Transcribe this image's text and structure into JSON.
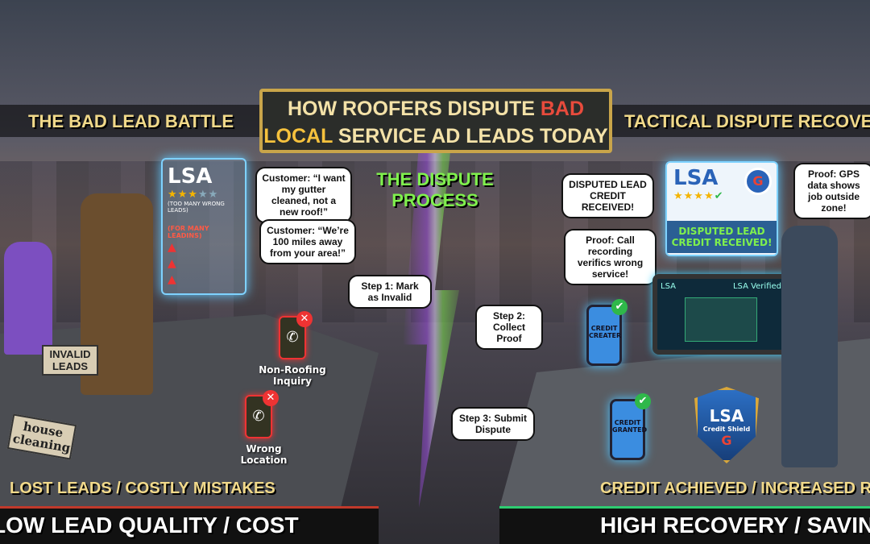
{
  "title": {
    "line1_a": "HOW ROOFERS DISPUTE",
    "line1_b": "BAD",
    "line2_a": "LOCAL",
    "line2_b": "SERVICE AD LEADS TODAY"
  },
  "left": {
    "header": "THE BAD LEAD BATTLE",
    "card": {
      "brand": "LSA",
      "rating": 3,
      "rating_max": 5,
      "subtitle": "(TOO MANY WRONG LEADS)",
      "warning": "(FOR MANY LEADINS)"
    },
    "bubbles": [
      "Customer: “I want my gutter cleaned, not a new roof!”",
      "Customer: “We’re 100 miles away from your area!”"
    ],
    "phone_labels": [
      "Non-Roofing Inquiry",
      "Wrong Location"
    ],
    "signs": [
      "INVALID LEADS",
      "house cleaning"
    ],
    "caption": "LOST LEADS / COSTLY MISTAKES",
    "footer": "LOW LEAD QUALITY / COST"
  },
  "center": {
    "header": "THE DISPUTE PROCESS",
    "steps": [
      "Step 1: Mark as Invalid",
      "Step 2: Collect Proof",
      "Step 3: Submit Dispute"
    ]
  },
  "right": {
    "header": "TACTICAL DISPUTE RECOVERY",
    "card": {
      "brand": "LSA",
      "rating": 4,
      "rating_max": 5,
      "banner": "DISPUTED LEAD CREDIT RECEIVED!"
    },
    "bubbles": [
      "DISPUTED LEAD CREDIT RECEIVED!",
      "Proof: Call recording verifics wrong service!",
      "Proof: GPS data shows job outside zone!"
    ],
    "phones": [
      "CREDIT CREATER",
      "CREDIT GRANTED"
    ],
    "tablet": {
      "brand": "LSA",
      "label": "LSA Verified"
    },
    "shield": {
      "brand": "LSA",
      "label": "Credit Shield"
    },
    "caption": "CREDIT ACHIEVED / INCREASED ROI",
    "footer": "HIGH RECOVERY / SAVINGS"
  },
  "colors": {
    "gold": "#f1d98a",
    "red": "#e84b3c",
    "green": "#7ff04d",
    "footer_red": "#c0392b",
    "footer_green": "#2ecc71"
  }
}
